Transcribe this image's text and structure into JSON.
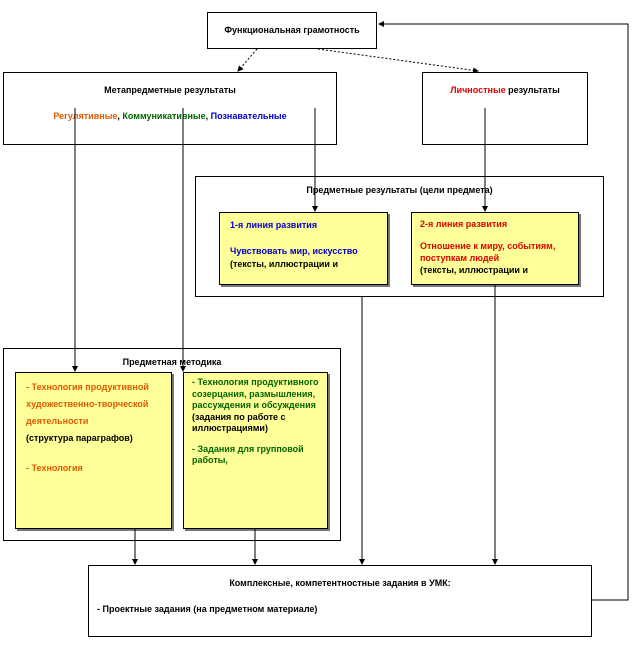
{
  "top": {
    "title": "Функциональная грамотность"
  },
  "meta": {
    "title": "Метапредметные результаты",
    "regulative": "Регулятивные",
    "communicative": "Коммуникативные",
    "cognitive": "Познавательные",
    "sep": ","
  },
  "personal": {
    "title_colored": "Личностные",
    "title_rest": "результаты"
  },
  "subject": {
    "title": "Предметные результаты (цели предмета)",
    "line1": {
      "title": "1-я линия развития",
      "text": "Чувствовать мир, искусство",
      "note": "(тексты, иллюстрации и"
    },
    "line2": {
      "title": "2-я линия развития",
      "text": "Отношение к миру, событиям, поступкам людей",
      "note": "(тексты, иллюстрации и"
    }
  },
  "method": {
    "title": "Предметная методика",
    "left": {
      "text": "- Технология продуктивной художественно-творческой деятельности",
      "note": "(структура параграфов)",
      "text2": "- Технология"
    },
    "right": {
      "text": "- Технология продуктивного созерцания, размышления, рассуждения и обсуждения",
      "note": "(задания по работе с иллюстрациями)",
      "text2": "- Задания для групповой работы,"
    }
  },
  "bottom": {
    "title": "Комплексные, компетентностные задания в УМК:",
    "item": "- Проектные задания (на предметном материале)"
  },
  "colors": {
    "yellow": "#ffff99",
    "orange": "#e05a00",
    "green": "#006400",
    "blue": "#0000cc",
    "red": "#e00000"
  }
}
